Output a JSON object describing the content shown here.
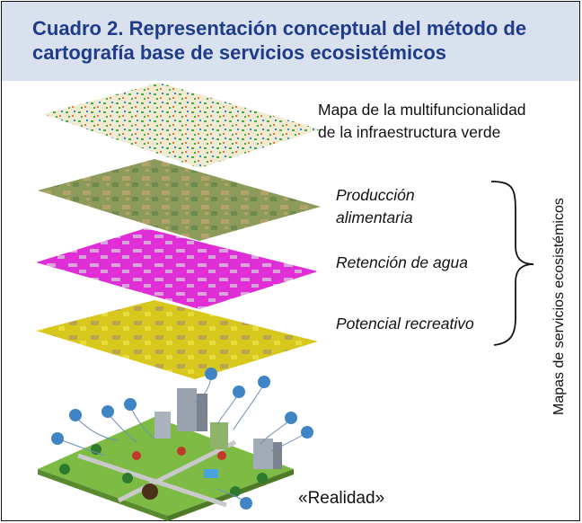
{
  "title": "Cuadro 2. Representación conceptual del método de cartografía base de servicios ecosistémicos",
  "layers": {
    "multifunctionality": "Mapa de la multifuncionalidad de la infraestructura verde",
    "food": "Producción alimentaria",
    "water": "Retención de agua",
    "recreation": "Potencial recreativo"
  },
  "vertical_label": "Mapas de servicios ecosistémicos",
  "reality_label": "«Realidad»",
  "colors": {
    "title": "#1f3c8a",
    "header_bg": "#d9e1ee",
    "layer_multifunction": "#f1ead2",
    "layer_food": "#8c9a5a",
    "layer_water": "#e02ed6",
    "layer_recreation": "#d8c81e",
    "ground": "#7dbb44"
  }
}
